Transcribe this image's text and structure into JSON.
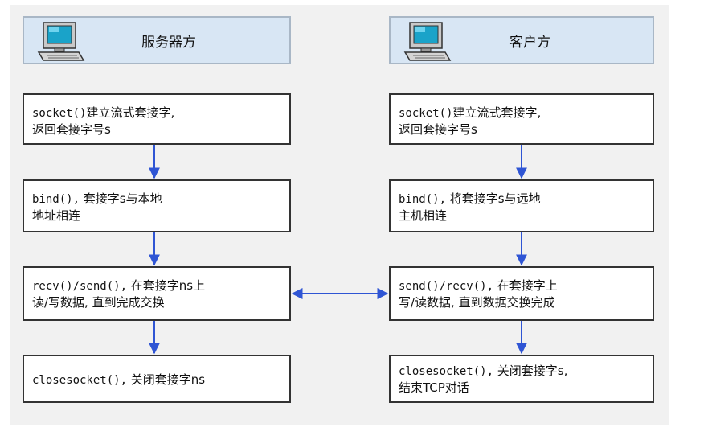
{
  "server": {
    "title": "服务器方",
    "icon": "computer-icon",
    "steps": [
      {
        "code": "socket()",
        "l1": "建立流式套接字,",
        "l2": "返回套接字号s"
      },
      {
        "code": "bind(),",
        "l1": " 套接字s与本地",
        "l2": "地址相连"
      },
      {
        "code": "recv()/send(),",
        "l1": " 在套接字ns上",
        "l2": "读/写数据, 直到完成交换"
      },
      {
        "code": "closesocket(),",
        "l1": " 关闭套接字ns",
        "l2": ""
      }
    ]
  },
  "client": {
    "title": "客户方",
    "icon": "computer-icon",
    "steps": [
      {
        "code": "socket()",
        "l1": "建立流式套接字,",
        "l2": "返回套接字号s"
      },
      {
        "code": "bind(),",
        "l1": " 将套接字s与远地",
        "l2": "主机相连"
      },
      {
        "code": "send()/recv(),",
        "l1": " 在套接字上",
        "l2": "写/读数据, 直到数据交换完成"
      },
      {
        "code": "closesocket(),",
        "l1": " 关闭套接字s,",
        "l2": "结束TCP对话"
      }
    ]
  },
  "colors": {
    "header_bg": "#d8e6f4",
    "arrow": "#2f55d4",
    "canvas_bg": "#f1f1f1"
  }
}
